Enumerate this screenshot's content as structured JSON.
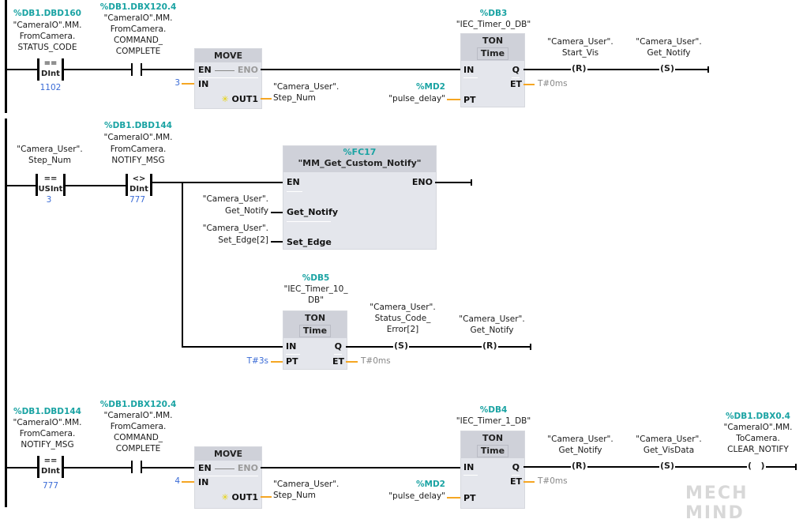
{
  "networks": [
    {
      "compare1": {
        "address": "%DB1.DBD160",
        "tag_lines": [
          "\"CameraIO\".MM.",
          "FromCamera.",
          "STATUS_CODE"
        ],
        "operator": "==",
        "type": "DInt",
        "value": "1102"
      },
      "contact1": {
        "address": "%DB1.DBX120.4",
        "tag_lines": [
          "\"CameraIO\".MM.",
          "FromCamera.",
          "COMMAND_",
          "COMPLETE"
        ]
      },
      "move": {
        "title": "MOVE",
        "pin_en": "EN",
        "pin_eno": "ENO",
        "pin_in": "IN",
        "pin_out": "OUT1",
        "in_value": "3",
        "out_tag_lines": [
          "\"Camera_User\".",
          "Step_Num"
        ]
      },
      "timer": {
        "address": "%DB3",
        "instance": "\"IEC_Timer_0_DB\"",
        "title": "TON",
        "subtitle": "Time",
        "pin_in": "IN",
        "pin_q": "Q",
        "pin_pt": "PT",
        "pin_et": "ET",
        "pt_address": "%MD2",
        "pt_tag": "\"pulse_delay\"",
        "et_value": "T#0ms"
      },
      "coil1": {
        "tag_lines": [
          "\"Camera_User\".",
          "Start_Vis"
        ],
        "symbol": "R"
      },
      "coil2": {
        "tag_lines": [
          "\"Camera_User\".",
          "Get_Notify"
        ],
        "symbol": "S"
      }
    },
    {
      "compare1": {
        "tag_lines": [
          "\"Camera_User\".",
          "Step_Num"
        ],
        "operator": "==",
        "type": "USInt",
        "value": "3"
      },
      "compare2": {
        "address": "%DB1.DBD144",
        "tag_lines": [
          "\"CameraIO\".MM.",
          "FromCamera.",
          "NOTIFY_MSG"
        ],
        "operator": "<>",
        "type": "DInt",
        "value": "777"
      },
      "fc": {
        "address": "%FC17",
        "name": "\"MM_Get_Custom_Notify\"",
        "pin_en": "EN",
        "pin_eno": "ENO",
        "pin_get_notify": "Get_Notify",
        "pin_set_edge": "Set_Edge",
        "get_notify_tag_lines": [
          "\"Camera_User\".",
          "Get_Notify"
        ],
        "set_edge_tag_lines": [
          "\"Camera_User\".",
          "Set_Edge[2]"
        ]
      },
      "timer": {
        "address": "%DB5",
        "instance_lines": [
          "\"IEC_Timer_10_",
          "DB\""
        ],
        "title": "TON",
        "subtitle": "Time",
        "pin_in": "IN",
        "pin_q": "Q",
        "pin_pt": "PT",
        "pin_et": "ET",
        "pt_value": "T#3s",
        "et_value": "T#0ms"
      },
      "coil1": {
        "tag_lines": [
          "\"Camera_User\".",
          "Status_Code_",
          "Error[2]"
        ],
        "symbol": "S"
      },
      "coil2": {
        "tag_lines": [
          "\"Camera_User\".",
          "Get_Notify"
        ],
        "symbol": "R"
      }
    },
    {
      "compare1": {
        "address": "%DB1.DBD144",
        "tag_lines": [
          "\"CameraIO\".MM.",
          "FromCamera.",
          "NOTIFY_MSG"
        ],
        "operator": "==",
        "type": "DInt",
        "value": "777"
      },
      "contact1": {
        "address": "%DB1.DBX120.4",
        "tag_lines": [
          "\"CameraIO\".MM.",
          "FromCamera.",
          "COMMAND_",
          "COMPLETE"
        ]
      },
      "move": {
        "title": "MOVE",
        "pin_en": "EN",
        "pin_eno": "ENO",
        "pin_in": "IN",
        "pin_out": "OUT1",
        "in_value": "4",
        "out_tag_lines": [
          "\"Camera_User\".",
          "Step_Num"
        ]
      },
      "timer": {
        "address": "%DB4",
        "instance": "\"IEC_Timer_1_DB\"",
        "title": "TON",
        "subtitle": "Time",
        "pin_in": "IN",
        "pin_q": "Q",
        "pin_pt": "PT",
        "pin_et": "ET",
        "pt_address": "%MD2",
        "pt_tag": "\"pulse_delay\"",
        "et_value": "T#0ms"
      },
      "coil1": {
        "tag_lines": [
          "\"Camera_User\".",
          "Get_Notify"
        ],
        "symbol": "R"
      },
      "coil2": {
        "tag_lines": [
          "\"Camera_User\".",
          "Get_VisData"
        ],
        "symbol": "S"
      },
      "coil3": {
        "address": "%DB1.DBX0.4",
        "tag_lines": [
          "\"CameraIO\".MM.",
          "ToCamera.",
          "CLEAR_NOTIFY"
        ],
        "symbol": " "
      }
    }
  ],
  "watermark": "MECH MIND",
  "colors": {
    "address": "#1aa3a3",
    "constant": "#3a6bd6",
    "parameter_wire": "#f5a623",
    "box_fill": "#e4e6ec",
    "box_header": "#cfd1d9"
  }
}
